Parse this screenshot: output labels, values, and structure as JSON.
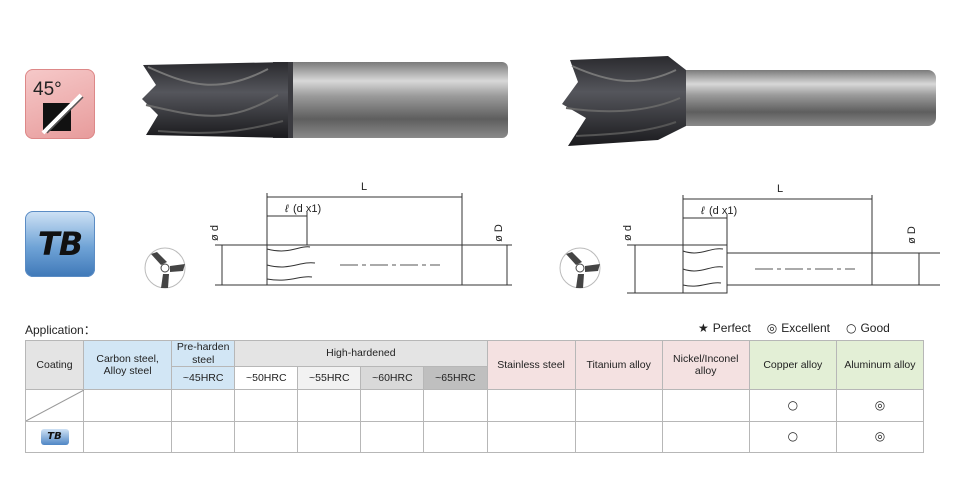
{
  "badges": {
    "angle": "45°",
    "coating": "TB"
  },
  "drawing": {
    "left": {
      "L": "L",
      "l": "ℓ",
      "l_spec": "(d x1)",
      "d": "ø d",
      "D": "ø D"
    },
    "right": {
      "L": "L",
      "l": "ℓ",
      "l_spec": "(d x1)",
      "d": "ø d",
      "D": "ø D"
    }
  },
  "application": {
    "label": "Application：",
    "legend": [
      {
        "symbol": "★",
        "label": "Perfect",
        "icon": "star-icon"
      },
      {
        "symbol": "◎",
        "label": "Excellent",
        "icon": "double-circle-icon"
      },
      {
        "symbol": "○",
        "label": "Good",
        "icon": "circle-icon"
      }
    ]
  },
  "table": {
    "headers": {
      "coating": "Coating",
      "carbon": "Carbon steel,\nAlloy steel",
      "pre": "Pre-harden\nsteel",
      "pre_sub": "~45HRC",
      "high": "High-hardened",
      "h50": "~50HRC",
      "h55": "~55HRC",
      "h60": "~60HRC",
      "h65": "~65HRC",
      "stainless": "Stainless steel",
      "titanium": "Titanium alloy",
      "nickel": "Nickel/Inconel\nalloy",
      "copper": "Copper alloy",
      "aluminum": "Aluminum alloy"
    },
    "rows": [
      {
        "coating": "",
        "copper": "○",
        "aluminum": "◎"
      },
      {
        "coating": "TB",
        "copper": "○",
        "aluminum": "◎"
      }
    ]
  }
}
